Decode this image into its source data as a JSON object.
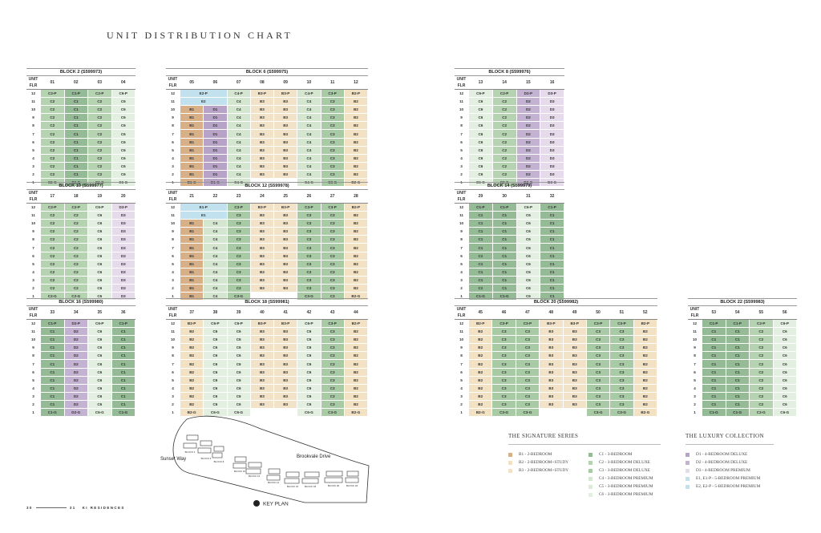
{
  "title": "UNIT DISTRIBUTION CHART",
  "corner_label": [
    "UNIT",
    "FLR"
  ],
  "floors": [
    "12",
    "11",
    "10",
    "9",
    "8",
    "7",
    "6",
    "5",
    "4",
    "3",
    "2",
    "1"
  ],
  "type_colors": {
    "B1": "#d7b088",
    "B2": "#f2e1c2",
    "B3": "#f2e3c8",
    "C1": "#95ba96",
    "C2": "#b6d3b1",
    "C3": "#a8caa4",
    "C4": "#d4e6cf",
    "C5": "#dcebd8",
    "C6": "#e3efe0",
    "D1": "#b8a3c8",
    "D2": "#c4b2d3",
    "D3": "#e6dbeb",
    "E1": "#c2e1ee",
    "E2": "#c2e1ee"
  },
  "blocks": [
    {
      "title": "BLOCK 2 (S599973)",
      "units": [
        "01",
        "02",
        "03",
        "04"
      ],
      "rows": [
        [
          "C2-P",
          "C1-P",
          "C2-P",
          "C6-P"
        ],
        [
          "C2",
          "C1",
          "C2",
          "C6"
        ],
        [
          "C2",
          "C1",
          "C2",
          "C6"
        ],
        [
          "C2",
          "C1",
          "C2",
          "C6"
        ],
        [
          "C2",
          "C1",
          "C2",
          "C6"
        ],
        [
          "C2",
          "C1",
          "C2",
          "C6"
        ],
        [
          "C2",
          "C1",
          "C2",
          "C6"
        ],
        [
          "C2",
          "C1",
          "C2",
          "C6"
        ],
        [
          "C2",
          "C1",
          "C2",
          "C6"
        ],
        [
          "C2",
          "C1",
          "C2",
          "C6"
        ],
        [
          "C2",
          "C1",
          "C2",
          "C6"
        ],
        [
          "C2-G",
          "C1-G",
          "C2-G",
          "C6-G"
        ]
      ]
    },
    {
      "title": "BLOCK 6 (S599975)",
      "units": [
        "05",
        "06",
        "07",
        "08",
        "09",
        "10",
        "11",
        "12"
      ],
      "rows": [
        [
          "E2-P",
          null,
          "C4-P",
          "B3-P",
          "B3-P",
          "C4-P",
          "C3-P",
          "B2-P"
        ],
        [
          "E2",
          null,
          "C4",
          "B3",
          "B3",
          "C4",
          "C3",
          "B2"
        ],
        [
          "B1",
          "D1",
          "C4",
          "B3",
          "B3",
          "C4",
          "C3",
          "B2"
        ],
        [
          "B1",
          "D1",
          "C4",
          "B3",
          "B3",
          "C4",
          "C3",
          "B2"
        ],
        [
          "B1",
          "D1",
          "C4",
          "B3",
          "B3",
          "C4",
          "C3",
          "B2"
        ],
        [
          "B1",
          "D1",
          "C4",
          "B3",
          "B3",
          "C4",
          "C3",
          "B2"
        ],
        [
          "B1",
          "D1",
          "C4",
          "B3",
          "B3",
          "C4",
          "C3",
          "B2"
        ],
        [
          "B1",
          "D1",
          "C4",
          "B3",
          "B3",
          "C4",
          "C3",
          "B2"
        ],
        [
          "B1",
          "D1",
          "C4",
          "B3",
          "B3",
          "C4",
          "C3",
          "B2"
        ],
        [
          "B1",
          "D1",
          "C4",
          "B3",
          "B3",
          "C4",
          "C3",
          "B2"
        ],
        [
          "B1",
          "D1",
          "C4",
          "B3",
          "B3",
          "C4",
          "C3",
          "B2"
        ],
        [
          "B1-G",
          "D1-G",
          "C4-G",
          "",
          "",
          "C4-G",
          "C3-G",
          "B2-G"
        ]
      ]
    },
    {
      "title": "BLOCK 8 (S599976)",
      "units": [
        "13",
        "14",
        "15",
        "16"
      ],
      "rows": [
        [
          "C6-P",
          "C2-P",
          "D2-P",
          "D3-P"
        ],
        [
          "C6",
          "C2",
          "D2",
          "D3"
        ],
        [
          "C6",
          "C2",
          "D2",
          "D3"
        ],
        [
          "C6",
          "C2",
          "D2",
          "D3"
        ],
        [
          "C6",
          "C2",
          "D2",
          "D3"
        ],
        [
          "C6",
          "C2",
          "D2",
          "D3"
        ],
        [
          "C6",
          "C2",
          "D2",
          "D3"
        ],
        [
          "C6",
          "C2",
          "D2",
          "D3"
        ],
        [
          "C6",
          "C2",
          "D2",
          "D3"
        ],
        [
          "C6",
          "C2",
          "D2",
          "D3"
        ],
        [
          "C6",
          "C2",
          "D2",
          "D3"
        ],
        [
          "C6-G",
          "C2-G",
          "D2-G",
          "D3-G"
        ]
      ]
    },
    {
      "title": "BLOCK 10 (S599977)",
      "units": [
        "17",
        "18",
        "19",
        "20"
      ],
      "rows": [
        [
          "C2-P",
          "C2-P",
          "C6-P",
          "D3-P"
        ],
        [
          "C2",
          "C2",
          "C6",
          "D3"
        ],
        [
          "C2",
          "C2",
          "C6",
          "D3"
        ],
        [
          "C2",
          "C2",
          "C6",
          "D3"
        ],
        [
          "C2",
          "C2",
          "C6",
          "D3"
        ],
        [
          "C2",
          "C2",
          "C6",
          "D3"
        ],
        [
          "C2",
          "C2",
          "C6",
          "D3"
        ],
        [
          "C2",
          "C2",
          "C6",
          "D3"
        ],
        [
          "C2",
          "C2",
          "C6",
          "D3"
        ],
        [
          "C2",
          "C2",
          "C6",
          "D3"
        ],
        [
          "C2",
          "C2",
          "C6",
          "D3"
        ],
        [
          "C2-G",
          "C2-G",
          "C6",
          "D3"
        ]
      ]
    },
    {
      "title": "BLOCK 12 (S599978)",
      "units": [
        "21",
        "22",
        "23",
        "24",
        "25",
        "26",
        "27",
        "28"
      ],
      "rows": [
        [
          "E1-P",
          null,
          "C3-P",
          "B3-P",
          "B3-P",
          "C3-P",
          "C3-P",
          "B2-P"
        ],
        [
          "E1",
          null,
          "C3",
          "B3",
          "B3",
          "C3",
          "C3",
          "B2"
        ],
        [
          "B1",
          "C4",
          "C3",
          "B3",
          "B3",
          "C3",
          "C3",
          "B2"
        ],
        [
          "B1",
          "C4",
          "C3",
          "B3",
          "B3",
          "C3",
          "C3",
          "B2"
        ],
        [
          "B1",
          "C4",
          "C3",
          "B3",
          "B3",
          "C3",
          "C3",
          "B2"
        ],
        [
          "B1",
          "C4",
          "C3",
          "B3",
          "B3",
          "C3",
          "C3",
          "B2"
        ],
        [
          "B1",
          "C4",
          "C3",
          "B3",
          "B3",
          "C3",
          "C3",
          "B2"
        ],
        [
          "B1",
          "C4",
          "C3",
          "B3",
          "B3",
          "C3",
          "C3",
          "B2"
        ],
        [
          "B1",
          "C4",
          "C3",
          "B3",
          "B3",
          "C3",
          "C3",
          "B2"
        ],
        [
          "B1",
          "C4",
          "C3",
          "B3",
          "B3",
          "C3",
          "C3",
          "B2"
        ],
        [
          "B1",
          "C4",
          "C3",
          "B3",
          "B3",
          "C3",
          "C3",
          "B2"
        ],
        [
          "B1",
          "C4",
          "C3-G",
          "",
          "",
          "C3-G",
          "C3",
          "B2-G"
        ]
      ]
    },
    {
      "title": "BLOCK 14 (S599979)",
      "units": [
        "29",
        "30",
        "31",
        "32"
      ],
      "rows": [
        [
          "C1-P",
          "C1-P",
          "C6-P",
          "C1-P"
        ],
        [
          "C1",
          "C1",
          "C6",
          "C1"
        ],
        [
          "C1",
          "C1",
          "C6",
          "C1"
        ],
        [
          "C1",
          "C1",
          "C6",
          "C1"
        ],
        [
          "C1",
          "C1",
          "C6",
          "C1"
        ],
        [
          "C1",
          "C1",
          "C6",
          "C1"
        ],
        [
          "C1",
          "C1",
          "C6",
          "C1"
        ],
        [
          "C1",
          "C1",
          "C6",
          "C1"
        ],
        [
          "C1",
          "C1",
          "C6",
          "C1"
        ],
        [
          "C1",
          "C1",
          "C6",
          "C1"
        ],
        [
          "C1",
          "C1",
          "C6",
          "C1"
        ],
        [
          "C1-G",
          "C1-G",
          "C6",
          "C1"
        ]
      ]
    },
    {
      "title": "BLOCK 16 (S599980)",
      "units": [
        "33",
        "34",
        "35",
        "36"
      ],
      "rows": [
        [
          "C1-P",
          "D2-P",
          "C6-P",
          "C1-P"
        ],
        [
          "C1",
          "D2",
          "C6",
          "C1"
        ],
        [
          "C1",
          "D2",
          "C6",
          "C1"
        ],
        [
          "C1",
          "D2",
          "C6",
          "C1"
        ],
        [
          "C1",
          "D2",
          "C6",
          "C1"
        ],
        [
          "C1",
          "D2",
          "C6",
          "C1"
        ],
        [
          "C1",
          "D2",
          "C6",
          "C1"
        ],
        [
          "C1",
          "D2",
          "C6",
          "C1"
        ],
        [
          "C1",
          "D2",
          "C6",
          "C1"
        ],
        [
          "C1",
          "D2",
          "C6",
          "C1"
        ],
        [
          "C1",
          "D2",
          "C6",
          "C1"
        ],
        [
          "C1-G",
          "D2-G",
          "C6-G",
          "C1-G"
        ]
      ]
    },
    {
      "title": "BLOCK 18 (S599981)",
      "units": [
        "37",
        "38",
        "39",
        "40",
        "41",
        "42",
        "43",
        "44"
      ],
      "rows": [
        [
          "B2-P",
          "C6-P",
          "C6-P",
          "B3-P",
          "B3-P",
          "C6-P",
          "C3-P",
          "B2-P"
        ],
        [
          "B2",
          "C6",
          "C6",
          "B3",
          "B3",
          "C6",
          "C3",
          "B2"
        ],
        [
          "B2",
          "C6",
          "C6",
          "B3",
          "B3",
          "C6",
          "C3",
          "B2"
        ],
        [
          "B2",
          "C6",
          "C6",
          "B3",
          "B3",
          "C6",
          "C3",
          "B2"
        ],
        [
          "B2",
          "C6",
          "C6",
          "B3",
          "B3",
          "C6",
          "C3",
          "B2"
        ],
        [
          "B2",
          "C6",
          "C6",
          "B3",
          "B3",
          "C6",
          "C3",
          "B2"
        ],
        [
          "B2",
          "C6",
          "C6",
          "B3",
          "B3",
          "C6",
          "C3",
          "B2"
        ],
        [
          "B2",
          "C6",
          "C6",
          "B3",
          "B3",
          "C6",
          "C3",
          "B2"
        ],
        [
          "B2",
          "C6",
          "C6",
          "B3",
          "B3",
          "C6",
          "C3",
          "B2"
        ],
        [
          "B2",
          "C6",
          "C6",
          "B3",
          "B3",
          "C6",
          "C3",
          "B2"
        ],
        [
          "B2",
          "C6",
          "C6",
          "B3",
          "B3",
          "C6",
          "C3",
          "B2"
        ],
        [
          "B2-G",
          "C6-G",
          "C6-G",
          "",
          "",
          "C6-G",
          "C3-G",
          "B2-G"
        ]
      ]
    },
    {
      "title": "BLOCK 20 (S599982)",
      "units": [
        "45",
        "46",
        "47",
        "48",
        "49",
        "50",
        "51",
        "52"
      ],
      "rows": [
        [
          "B2-P",
          "C3-P",
          "C3-P",
          "B3-P",
          "B3-P",
          "C3-P",
          "C3-P",
          "B2-P"
        ],
        [
          "B2",
          "C3",
          "C3",
          "B3",
          "B3",
          "C3",
          "C3",
          "B2"
        ],
        [
          "B2",
          "C3",
          "C3",
          "B3",
          "B3",
          "C3",
          "C3",
          "B2"
        ],
        [
          "B2",
          "C3",
          "C3",
          "B3",
          "B3",
          "C3",
          "C3",
          "B2"
        ],
        [
          "B2",
          "C3",
          "C3",
          "B3",
          "B3",
          "C3",
          "C3",
          "B2"
        ],
        [
          "B2",
          "C3",
          "C3",
          "B3",
          "B3",
          "C3",
          "C3",
          "B2"
        ],
        [
          "B2",
          "C3",
          "C3",
          "B3",
          "B3",
          "C3",
          "C3",
          "B2"
        ],
        [
          "B2",
          "C3",
          "C3",
          "B3",
          "B3",
          "C3",
          "C3",
          "B2"
        ],
        [
          "B2",
          "C3",
          "C3",
          "B3",
          "B3",
          "C3",
          "C3",
          "B2"
        ],
        [
          "B2",
          "C3",
          "C3",
          "B3",
          "B3",
          "C3",
          "C3",
          "B2"
        ],
        [
          "B2",
          "C3",
          "C3",
          "B3",
          "B3",
          "C3",
          "C3",
          "B2"
        ],
        [
          "B2-G",
          "C3-G",
          "C3-G",
          "",
          "",
          "C3-G",
          "C3-G",
          "B2-G"
        ]
      ]
    },
    {
      "title": "BLOCK 22 (S599983)",
      "units": [
        "53",
        "54",
        "55",
        "56"
      ],
      "rows": [
        [
          "C1-P",
          "C1-P",
          "C2-P",
          "C6-P"
        ],
        [
          "C1",
          "C1",
          "C2",
          "C6"
        ],
        [
          "C1",
          "C1",
          "C2",
          "C6"
        ],
        [
          "C1",
          "C1",
          "C2",
          "C6"
        ],
        [
          "C1",
          "C1",
          "C2",
          "C6"
        ],
        [
          "C1",
          "C1",
          "C2",
          "C6"
        ],
        [
          "C1",
          "C1",
          "C2",
          "C6"
        ],
        [
          "C1",
          "C1",
          "C2",
          "C6"
        ],
        [
          "C1",
          "C1",
          "C2",
          "C6"
        ],
        [
          "C1",
          "C1",
          "C2",
          "C6"
        ],
        [
          "C1",
          "C1",
          "C2",
          "C6"
        ],
        [
          "C1-G",
          "C1-G",
          "C2-G",
          "C6-G"
        ]
      ]
    }
  ],
  "legend": {
    "signature": {
      "heading": "THE SIGNATURE SERIES",
      "col1": [
        {
          "code": "B1",
          "label": "B1 - 2-BEDROOM"
        },
        {
          "code": "B2",
          "label": "B2 - 2-BEDROOM+STUDY"
        },
        {
          "code": "B3",
          "label": "B3 - 2-BEDROOM+STUDY"
        }
      ],
      "col2": [
        {
          "code": "C1",
          "label": "C1 - 3-BEDROOM"
        },
        {
          "code": "C2",
          "label": "C2 - 3-BEDROOM DELUXE"
        },
        {
          "code": "C3",
          "label": "C3 - 3-BEDROOM DELUXE"
        },
        {
          "code": "C4",
          "label": "C4 - 3-BEDROOM PREMIUM"
        },
        {
          "code": "C5",
          "label": "C5 - 3-BEDROOM PREMIUM"
        },
        {
          "code": "C6",
          "label": "C6 - 3-BEDROOM PREMIUM"
        }
      ]
    },
    "luxury": {
      "heading": "THE LUXURY COLLECTION",
      "items": [
        {
          "code": "D1",
          "label": "D1 - 4-BEDROOM DELUXE"
        },
        {
          "code": "D2",
          "label": "D2 - 4-BEDROOM DELUXE"
        },
        {
          "code": "D3",
          "label": "D3 - 4-BEDROOM PREMIUM"
        },
        {
          "code": "E1",
          "label": "E1, E1-P - 5-BEDROOM PREMIUM"
        },
        {
          "code": "E2",
          "label": "E2, E2-P - 5-BEDROOM PREMIUM"
        }
      ]
    }
  },
  "keyplan": {
    "label": "KEY PLAN",
    "roads": [
      "Sunset Way",
      "Brookvale Drive"
    ],
    "block_labels": [
      "BLOCK 2",
      "BLOCK 6",
      "BLOCK 8",
      "BLOCK 10",
      "BLOCK 12",
      "BLOCK 14",
      "BLOCK 16",
      "BLOCK 18",
      "BLOCK 20",
      "BLOCK 22"
    ]
  },
  "footer": {
    "page_left": "30",
    "page_right": "31",
    "brand": "KI RESIDENCES"
  }
}
